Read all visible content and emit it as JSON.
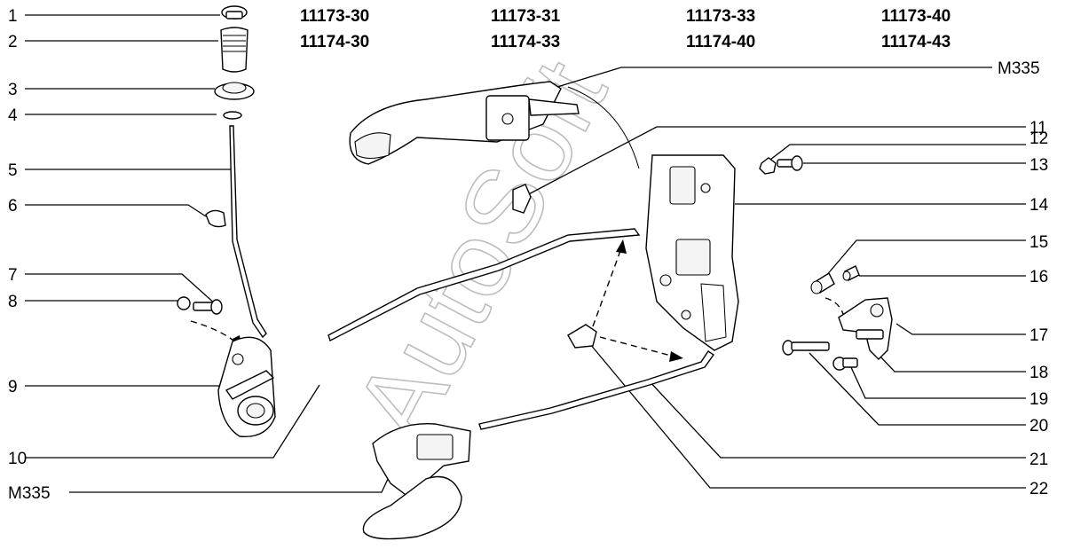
{
  "codes": {
    "row1": [
      "11173-30",
      "11173-31",
      "11173-33",
      "11173-40"
    ],
    "row2": [
      "11174-30",
      "11174-33",
      "11174-40",
      "11174-43"
    ]
  },
  "labels_left": [
    "1",
    "2",
    "3",
    "4",
    "5",
    "6",
    "7",
    "8",
    "9",
    "10",
    "M335"
  ],
  "labels_right": [
    "M335",
    "11",
    "12",
    "13",
    "14",
    "15",
    "16",
    "17",
    "18",
    "19",
    "20",
    "21",
    "22"
  ],
  "watermark": "AutoSoft"
}
